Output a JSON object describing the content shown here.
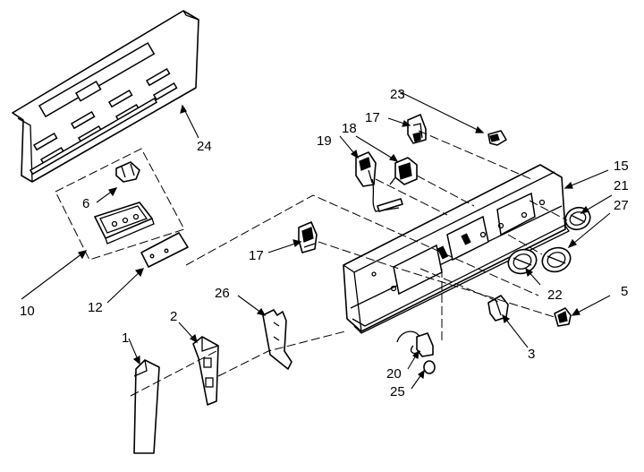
{
  "callouts": [
    {
      "id": "1",
      "text": "1"
    },
    {
      "id": "2",
      "text": "2"
    },
    {
      "id": "3",
      "text": "3"
    },
    {
      "id": "5",
      "text": "5"
    },
    {
      "id": "6",
      "text": "6"
    },
    {
      "id": "10",
      "text": "10"
    },
    {
      "id": "12",
      "text": "12"
    },
    {
      "id": "15",
      "text": "15"
    },
    {
      "id": "17a",
      "text": "17"
    },
    {
      "id": "17b",
      "text": "17"
    },
    {
      "id": "18",
      "text": "18"
    },
    {
      "id": "19",
      "text": "19"
    },
    {
      "id": "20",
      "text": "20"
    },
    {
      "id": "21",
      "text": "21"
    },
    {
      "id": "22",
      "text": "22"
    },
    {
      "id": "23",
      "text": "23"
    },
    {
      "id": "24",
      "text": "24"
    },
    {
      "id": "25",
      "text": "25"
    },
    {
      "id": "26",
      "text": "26"
    },
    {
      "id": "27",
      "text": "27"
    }
  ],
  "colors": {
    "ink": "#000000",
    "paper": "#ffffff"
  }
}
